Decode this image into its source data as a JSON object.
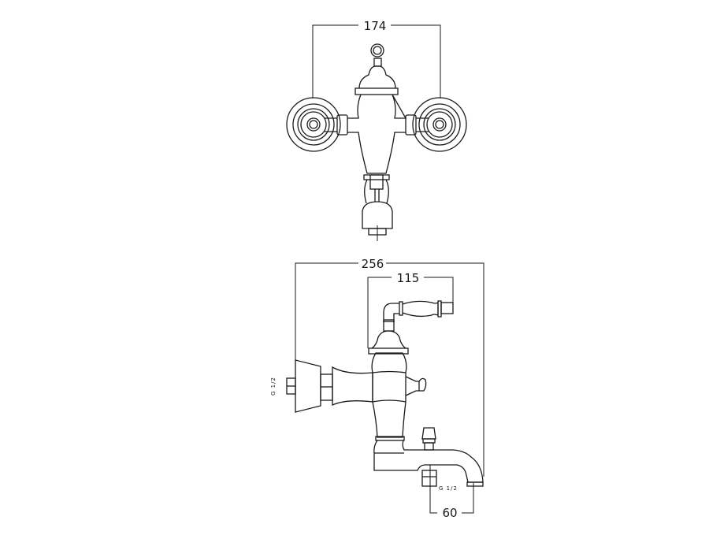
{
  "top_view": {
    "width_dimension": "174"
  },
  "side_view": {
    "overall_depth_dimension": "256",
    "handle_dimension": "115",
    "spout_offset_dimension": "60",
    "wall_inlet_label": "G 1/2",
    "bottom_outlet_label": "G 1/2"
  },
  "colors": {
    "line": "#1a1a1a",
    "background": "#ffffff"
  }
}
